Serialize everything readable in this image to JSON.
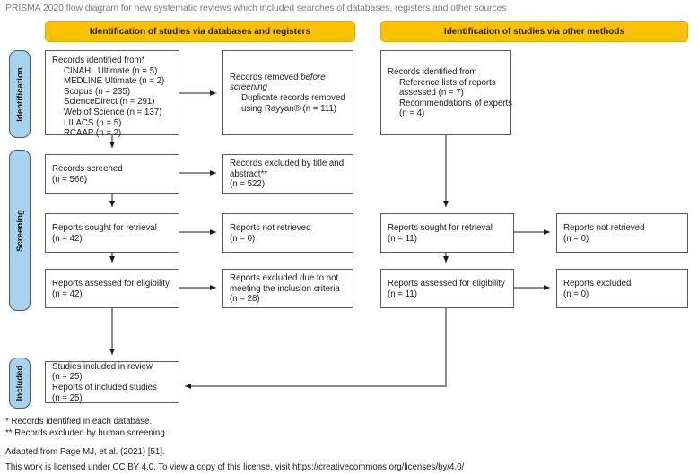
{
  "page": {
    "title": "PRISMA 2020 flow diagram for new systematic reviews which included searches of databases, registers and other sources",
    "accent_header": "#fcc200",
    "accent_stage": "#a8d3ee",
    "line_color": "#1a1a1a"
  },
  "headers": {
    "left": "Identification of studies via databases and registers",
    "right": "Identification of studies via other methods"
  },
  "stages": [
    {
      "label": "Identification"
    },
    {
      "label": "Screening"
    },
    {
      "label": "Included"
    }
  ],
  "boxes": {
    "identified_from": {
      "title": "Records identified from*",
      "items": [
        "CINAHL Ultimate (n = 5)",
        "MEDLINE Ultimate (n = 2)",
        "Scopus (n = 235)",
        "ScienceDirect (n = 291)",
        "Web of Science (n = 137)",
        "LILACS (n = 5)",
        "RCAAP (n = 2)"
      ]
    },
    "removed_before_screening": {
      "line1": "Records removed ",
      "line1_em": "before",
      "line2_em": "screening",
      "items": [
        "Duplicate records removed",
        "using Rayyan® (n = 111)"
      ]
    },
    "records_screened": {
      "line1": "Records screened",
      "line2": "(n = 566)"
    },
    "records_excluded": {
      "line1": "Records excluded by title and",
      "line2": "abstract**",
      "line3": "(n = 522)"
    },
    "reports_sought_left": {
      "line1": "Reports sought for retrieval",
      "line2": "(n = 42)"
    },
    "reports_not_retrieved_left": {
      "line1": "Reports not retrieved",
      "line2": "(n = 0)"
    },
    "reports_assessed_left": {
      "line1": "Reports assessed for eligibility",
      "line2": "(n = 42)"
    },
    "reports_excluded_left": {
      "line1": "Reports excluded due to not",
      "line2": "meeting the inclusion criteria",
      "line3": "(n = 28)"
    },
    "identified_other": {
      "title": "Records identified from",
      "items": [
        "Reference lists of reports",
        "assessed (n = 7)",
        "Recommendations of experts",
        "(n = 4)"
      ]
    },
    "reports_sought_right": {
      "line1": "Reports sought for retrieval",
      "line2": "(n = 11)"
    },
    "reports_not_retrieved_right": {
      "line1": "Reports not retrieved",
      "line2": "(n = 0)"
    },
    "reports_assessed_right": {
      "line1": "Reports assessed for eligibility",
      "line2": "(n = 11)"
    },
    "reports_excluded_right": {
      "line1": "Reports excluded",
      "line2": "(n = 0)"
    },
    "included": {
      "line1": "Studies included in review",
      "line2": "(n = 25)",
      "line3": "Reports of included studies",
      "line4": "(n = 25)"
    }
  },
  "footnotes": {
    "note1": "* Records identified in each database.",
    "note2": "** Records excluded by human screening.",
    "adapted": "Adapted from Page MJ, et al. (2021) [51].",
    "license": "This work is licensed under CC BY 4.0. To view a copy of this license, visit https://creativecommons.org/licenses/by/4.0/"
  }
}
